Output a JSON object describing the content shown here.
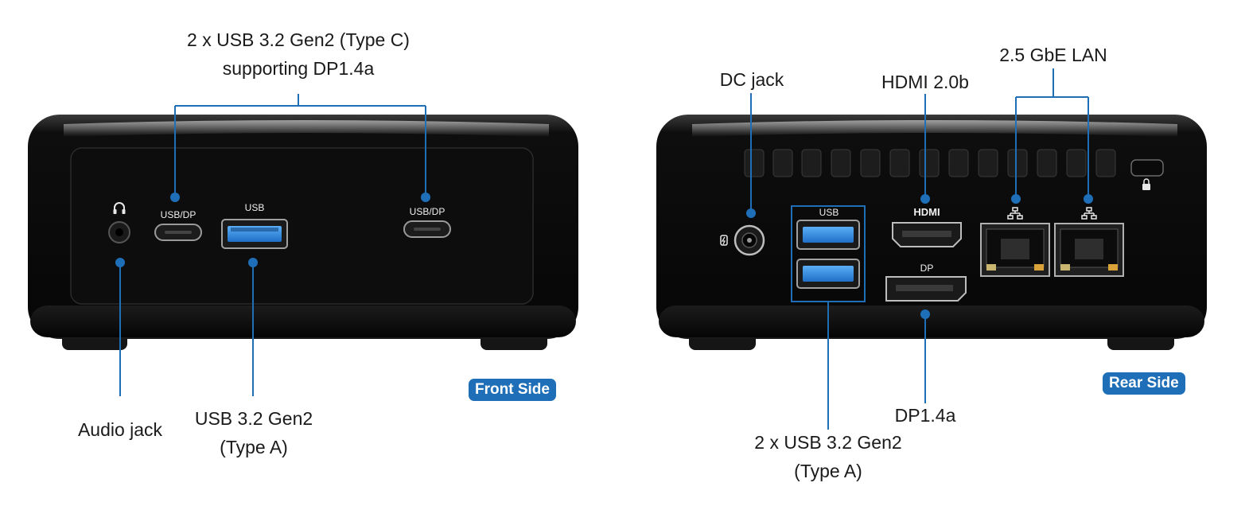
{
  "front": {
    "badge": "Front Side",
    "callouts": {
      "usbc_line1": "2 x USB 3.2 Gen2 (Type C)",
      "usbc_line2": "supporting DP1.4a",
      "audio": "Audio jack",
      "usba_line1": "USB 3.2 Gen2",
      "usba_line2": "(Type A)"
    },
    "port_labels": {
      "usbdp_left": "USB/DP",
      "usb": "USB",
      "usbdp_right": "USB/DP"
    }
  },
  "rear": {
    "badge": "Rear Side",
    "callouts": {
      "dc": "DC jack",
      "hdmi": "HDMI 2.0b",
      "lan": "2.5 GbE LAN",
      "dp": "DP1.4a",
      "usb_line1": "2 x USB 3.2 Gen2",
      "usb_line2": "(Type A)"
    },
    "port_labels": {
      "usb": "USB",
      "hdmi": "HDMI",
      "dp": "DP"
    }
  },
  "colors": {
    "callout_line": "#1f6fb8",
    "badge_bg": "#1f6fb8",
    "chassis": "#0b0b0b",
    "usb_blue": "#3a8de0"
  },
  "icons": [
    "headphone-icon",
    "power-icon",
    "network-icon",
    "lock-icon"
  ]
}
